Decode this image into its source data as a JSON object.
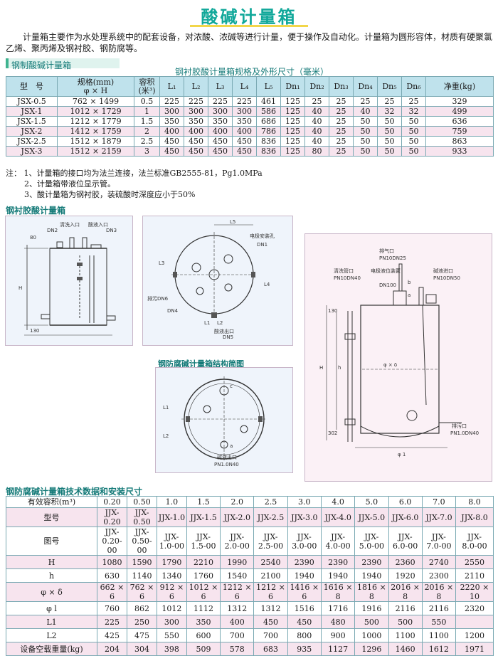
{
  "page_title": "酸碱计量箱",
  "intro": "计量箱主要作为水处理系统中的配套设备，对浓酸、浓碱等进行计量，便于操作及自动化。计量箱为圆形容体，材质有硬聚氯乙烯、聚丙烯及钢衬胶、钢防腐等。",
  "section1_label": "钢制酸碱计量箱",
  "table1": {
    "title": "钢衬胶酸计量箱规格及外形尺寸（毫米）",
    "headers": [
      "型　号",
      "规格(mm)\nφ × H",
      "容积\n(米³)",
      "L₁",
      "L₂",
      "L₃",
      "L₄",
      "L₅",
      "Dn₁",
      "Dn₂",
      "Dn₃",
      "Dn₄",
      "Dn₅",
      "Dn₆",
      "净重(kg)"
    ],
    "rows": [
      [
        "JSX-0.5",
        "762 × 1499",
        "0.5",
        "225",
        "225",
        "225",
        "225",
        "461",
        "125",
        "25",
        "25",
        "25",
        "25",
        "25",
        "329"
      ],
      [
        "JSX-1",
        "1012 × 1729",
        "1",
        "300",
        "300",
        "300",
        "300",
        "586",
        "125",
        "40",
        "25",
        "40",
        "32",
        "32",
        "499"
      ],
      [
        "JSX-1.5",
        "1212 × 1779",
        "1.5",
        "350",
        "350",
        "350",
        "350",
        "686",
        "125",
        "40",
        "25",
        "50",
        "50",
        "50",
        "636"
      ],
      [
        "JSX-2",
        "1412 × 1759",
        "2",
        "400",
        "400",
        "400",
        "400",
        "786",
        "125",
        "40",
        "25",
        "50",
        "50",
        "50",
        "759"
      ],
      [
        "JSX-2.5",
        "1512 × 1879",
        "2.5",
        "450",
        "450",
        "450",
        "450",
        "836",
        "125",
        "40",
        "25",
        "50",
        "50",
        "50",
        "863"
      ],
      [
        "JSX-3",
        "1512 × 2159",
        "3",
        "450",
        "450",
        "450",
        "450",
        "836",
        "125",
        "80",
        "25",
        "50",
        "50",
        "50",
        "933"
      ]
    ]
  },
  "notes": [
    "注：  1、计量箱的接口均为法兰连接，法兰标准GB2555-81，Pg1.0MPa",
    "2、计量箱带液位显示管。",
    "3、酸计量箱为钢衬胶，装硫酸时深度应小于50%"
  ],
  "diagram1_label": "钢衬胶酸计量箱",
  "diagram1": {
    "dn2": "DN2",
    "dn3": "DN3",
    "h": "H",
    "dim1": "80",
    "dim2": "130",
    "inlet": "清洗入口",
    "outlet": "酸液入口"
  },
  "diagram2": {
    "l5": "L5",
    "hole": "电极安装孔",
    "dn1": "DN1",
    "dn6": "排污DN6",
    "dn4": "DN4",
    "dn5": "DN5",
    "l1": "L1",
    "l2": "L2",
    "l3": "L3",
    "l4": "L4",
    "vent": "酸液出口"
  },
  "diagram3": {
    "vent": "排气口",
    "pn_dn25": "PN10DN25",
    "clean": "清洗管口",
    "elec": "电极液位装置",
    "pn_dn40": "PN10DN40",
    "dn100": "DN100",
    "alk_in": "碱液进口",
    "pn_dn50": "PN10DN50",
    "phd": "φ × δ",
    "h": "H",
    "hh": "h",
    "dim130": "130",
    "dim302": "302",
    "drain": "排污口",
    "pn_drain": "PN1.0DN40",
    "phi": "φ 1",
    "label_b": "b",
    "label_a": "a"
  },
  "diagram4_label": "钢防腐碱计量箱结构简图",
  "diagram4": {
    "l1": "L1",
    "l2": "L2",
    "c": "c",
    "a": "a",
    "outlet": "碱液出口",
    "pn": "PN1.0N40"
  },
  "bottom_label": "钢防腐碱计量箱技术数据和安装尺寸",
  "table2": {
    "rows": [
      {
        "label": "有效容积(m³)",
        "values": [
          "0.20",
          "0.50",
          "1.0",
          "1.5",
          "2.0",
          "2.5",
          "3.0",
          "4.0",
          "5.0",
          "6.0",
          "7.0",
          "8.0"
        ]
      },
      {
        "label": "型号",
        "values": [
          "JJX-0.20",
          "JJX-0.50",
          "JJX-1.0",
          "JJX-1.5",
          "JJX-2.0",
          "JJX-2.5",
          "JJX-3.0",
          "JJX-4.0",
          "JJX-5.0",
          "JJX-6.0",
          "JJX-7.0",
          "JJX-8.0"
        ]
      },
      {
        "label": "图号",
        "values": [
          "JJX-\n0.20-00",
          "JJX-\n0.50-00",
          "JJX-\n1.0-00",
          "JJX-\n1.5-00",
          "JJX-\n2.0-00",
          "JJX-\n2.5-00",
          "JJX-\n3.0-00",
          "JJX-\n4.0-00",
          "JJX-\n5.0-00",
          "JJX-\n6.0-00",
          "JJX-\n7.0-00",
          "JJX-\n8.0-00"
        ]
      },
      {
        "label": "H",
        "values": [
          "1080",
          "1590",
          "1790",
          "2210",
          "1990",
          "2540",
          "2390",
          "2390",
          "2390",
          "2360",
          "2740",
          "2550"
        ]
      },
      {
        "label": "h",
        "values": [
          "630",
          "1140",
          "1340",
          "1760",
          "1540",
          "2100",
          "1940",
          "1940",
          "1940",
          "1920",
          "2300",
          "2110"
        ]
      },
      {
        "label": "φ × δ",
        "values": [
          "662 × 6",
          "762 × 6",
          "912 × 6",
          "1012 × 6",
          "1212 × 6",
          "1212 × 6",
          "1416 × 6",
          "1616 × 8",
          "1816 × 8",
          "2016 × 8",
          "2016 × 8",
          "2220 × 10"
        ]
      },
      {
        "label": "φ l",
        "values": [
          "760",
          "862",
          "1012",
          "1112",
          "1312",
          "1312",
          "1516",
          "1716",
          "1916",
          "2116",
          "2116",
          "2320"
        ]
      },
      {
        "label": "L1",
        "values": [
          "225",
          "250",
          "300",
          "350",
          "400",
          "450",
          "450",
          "480",
          "500",
          "500",
          "550",
          ""
        ]
      },
      {
        "label": "L2",
        "values": [
          "425",
          "475",
          "550",
          "600",
          "700",
          "700",
          "800",
          "900",
          "1000",
          "1100",
          "1100",
          "1200"
        ]
      },
      {
        "label": "设备空载重量(kg)",
        "values": [
          "204",
          "304",
          "398",
          "509",
          "578",
          "683",
          "935",
          "1127",
          "1296",
          "1460",
          "1612",
          "1971"
        ]
      }
    ]
  }
}
